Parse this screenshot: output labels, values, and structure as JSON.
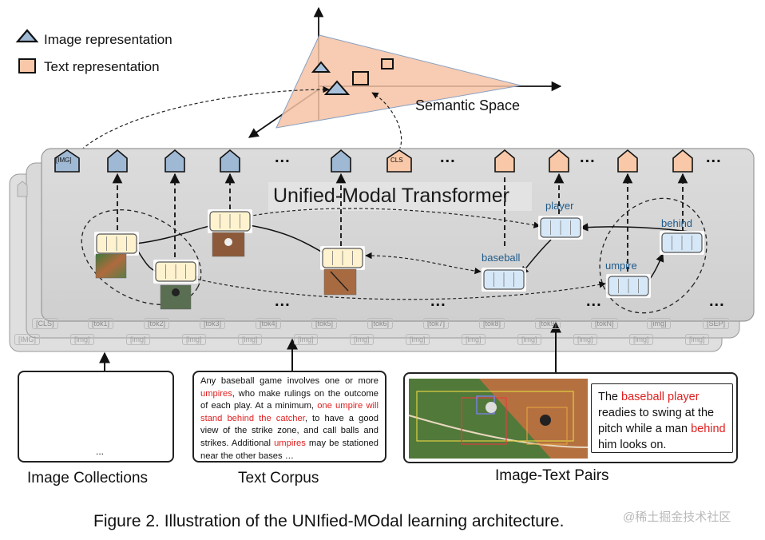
{
  "legend": {
    "image_label": "Image representation",
    "text_label": "Text representation"
  },
  "semantic_space_label": "Semantic Space",
  "transformer_title": "Unified-Modal Transformer",
  "top_tokens": {
    "img": "[IMG]",
    "cls": "CLS"
  },
  "ellipsis": "...",
  "word_labels": {
    "player": "player",
    "baseball": "baseball",
    "behind": "behind",
    "umpire": "umpire"
  },
  "input_tokens": [
    "[CLS]",
    "[tok1]",
    "[tok2]",
    "[tok3]",
    "[tok4]",
    "[tok5]",
    "[tok6]",
    "[tok7]",
    "[tok8]",
    "[tok9]",
    "[tokN]",
    "[img]",
    "[SEP]"
  ],
  "back_tokens": [
    "[IMG]",
    "[img]",
    "[img]",
    "[img]",
    "[img]",
    "[img]",
    "[img]",
    "[img]",
    "[img]",
    "[img]",
    "[img]",
    "[img]",
    "[img]"
  ],
  "image_collections": {
    "more": "...",
    "caption": "Image Collections"
  },
  "text_corpus": {
    "p1": "Any baseball game involves one or more ",
    "r1": "umpires",
    "p2": ", who make rulings on the outcome of each play. At a minimum, ",
    "r2": "one umpire will stand behind the catcher",
    "p3": ", to have a good view of the strike zone, and call balls and strikes. Additional ",
    "r3": "umpires",
    "p4": " may be stationed near the other bases …",
    "caption": "Text Corpus"
  },
  "image_text_pairs": {
    "t1": "The ",
    "r1": "baseball player",
    "t2": " readies to swing at the pitch while a man ",
    "r2": "behind",
    "t3": " him looks on.",
    "caption": "Image-Text Pairs"
  },
  "figure_caption": "Figure 2. Illustration of the UNIfied-MOdal learning architecture.",
  "watermark": "@稀土掘金技术社区",
  "colors": {
    "image_rep": "#9fb9d4",
    "text_rep": "#f8c8a8",
    "feature_yellow": "#fff3cf",
    "feature_blue": "#d6e8f7",
    "highlight_red": "#e02020",
    "word_blue": "#1e5a8a"
  }
}
